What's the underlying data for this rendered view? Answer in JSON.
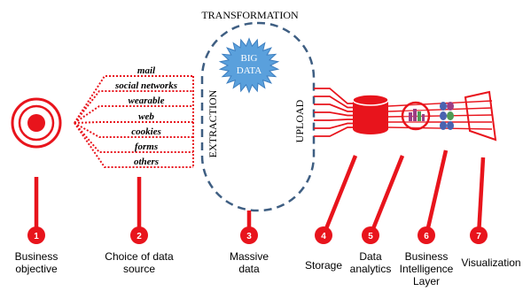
{
  "header": {
    "title": "TRANSFORMATION"
  },
  "big_data": {
    "line1": "BIG",
    "line2": "DATA"
  },
  "sources": [
    "mail",
    "social networks",
    "wearable",
    "web",
    "cookies",
    "forms",
    "others"
  ],
  "vertical_labels": {
    "extraction": "EXTRACTION",
    "upload": "UPLOAD"
  },
  "steps": [
    {
      "number": "1",
      "label_lines": [
        "Business",
        "objective"
      ]
    },
    {
      "number": "2",
      "label_lines": [
        "Choice of data",
        "source"
      ]
    },
    {
      "number": "3",
      "label_lines": [
        "Massive",
        "data"
      ]
    },
    {
      "number": "4",
      "label_lines": [
        "Storage"
      ]
    },
    {
      "number": "5",
      "label_lines": [
        "Data",
        "analytics"
      ]
    },
    {
      "number": "6",
      "label_lines": [
        "Business",
        "Intelligence",
        "Layer"
      ]
    },
    {
      "number": "7",
      "label_lines": [
        "Visualization"
      ]
    }
  ],
  "colors": {
    "accent_red": "#e8141c",
    "dash_blue": "#3e5e82",
    "starburst_blue": "#5aa0dc",
    "bi_blue": "#4a63b0",
    "bi_purple": "#9c3d84",
    "bi_green": "#4f9a55"
  }
}
